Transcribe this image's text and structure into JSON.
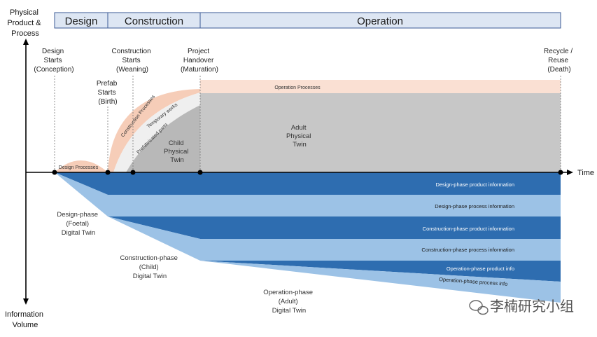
{
  "axes": {
    "y_top": [
      "Physical",
      "Product &",
      "Process"
    ],
    "y_bottom": [
      "Information",
      "Volume"
    ],
    "x_right": "Time"
  },
  "phases": [
    "Design",
    "Construction",
    "Operation"
  ],
  "milestones": {
    "design_starts": [
      "Design",
      "Starts",
      "(Conception)"
    ],
    "prefab_starts": [
      "Prefab",
      "Starts",
      "(Birth)"
    ],
    "construction_starts": [
      "Construction",
      "Starts",
      "(Weaning)"
    ],
    "project_handover": [
      "Project",
      "Handover",
      "(Maturation)"
    ],
    "recycle": [
      "Recycle /",
      "Reuse",
      "(Death)"
    ]
  },
  "process_areas": {
    "design_processes": "Design Processes",
    "construction_processes": "Construction Processes",
    "temporary_works": "Temporary works",
    "prefabricated_parts": "Prefabricated parts",
    "operation_processes": "Operation Processes"
  },
  "physical_twins": {
    "child": [
      "Child",
      "Physical",
      "Twin"
    ],
    "adult": [
      "Adult",
      "Physical",
      "Twin"
    ]
  },
  "information_bands": [
    "Design-phase product information",
    "Design-phase process information",
    "Construction-phase product information",
    "Construction-phase process information",
    "Operation-phase product info",
    "Operation-phase process info"
  ],
  "digital_twins": {
    "foetal": [
      "Design-phase",
      "(Foetal)",
      "Digital Twin"
    ],
    "child": [
      "Construction-phase",
      "(Child)",
      "Digital Twin"
    ],
    "adult": [
      "Operation-phase",
      "(Adult)",
      "Digital Twin"
    ]
  },
  "watermark": "李楠研究小组",
  "colors": {
    "phase_header_bg": "#dde6f3",
    "phase_header_border": "#3b5a96",
    "process_peach": "#f6cdb8",
    "physical_gray": "#c7c7c7",
    "dark_blue": "#2e6db0",
    "light_blue": "#9cc2e6"
  }
}
